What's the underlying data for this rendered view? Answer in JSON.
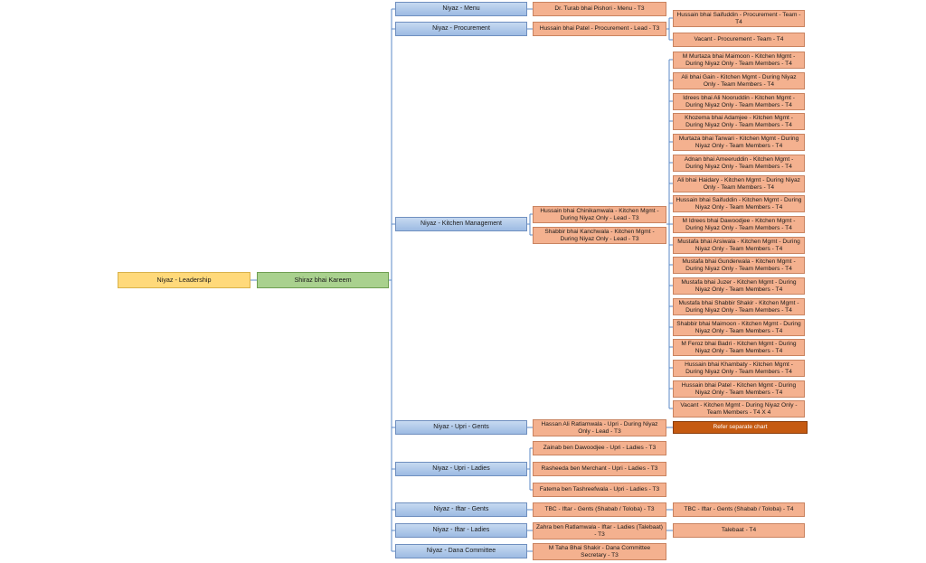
{
  "leadership": "Niyaz - Leadership",
  "head": "Shiraz bhai Kareem",
  "departments": [
    {
      "label": "Niyaz - Menu",
      "leads": [
        {
          "label": "Dr. Turab bhai Pishori - Menu - T3",
          "members": []
        }
      ]
    },
    {
      "label": "Niyaz - Procurement",
      "leads": [
        {
          "label": "Hussain bhai Patel - Procurement - Lead - T3",
          "members": [
            "Hussain bhai Saifuddin - Procurement  - Team  - T4",
            "Vacant - Procurement  - Team  - T4"
          ]
        }
      ]
    },
    {
      "label": "Niyaz - Kitchen Management",
      "leads": [
        {
          "label": "Hussain bhai Chinikamwala - Kitchen Mgmt - During Niyaz Only - Lead - T3",
          "members": []
        },
        {
          "label": "Shabbir bhai Kanchwala - Kitchen Mgmt - During Niyaz Only - Lead - T3",
          "members": []
        }
      ],
      "members": [
        "M Murtaza bhai Maimoon - Kitchen Mgmt - During Niyaz Only - Team Members - T4",
        "Ali bhai Gain - Kitchen Mgmt - During Niyaz Only - Team Members - T4",
        "Idrees bhai Ali Nooruddin - Kitchen Mgmt - During Niyaz Only - Team Members - T4",
        "Khozema bhai Adamjee - Kitchen Mgmt - During Niyaz Only - Team Members - T4",
        "Murtaza bhai Tarwari - Kitchen Mgmt - During Niyaz Only - Team Members - T4",
        "Adnan bhai Ameeruddin - Kitchen Mgmt - During Niyaz Only - Team Members - T4",
        "Ali bhai Haidary - Kitchen Mgmt - During Niyaz Only - Team Members - T4",
        "Hussain bhai Saifuddin - Kitchen Mgmt - During Niyaz Only - Team Members - T4",
        "M Idrees bhai Dawoodjee - Kitchen Mgmt - During Niyaz Only - Team Members - T4",
        "Mustafa bhai Arsiwala - Kitchen Mgmt - During Niyaz Only - Team Members - T4",
        "Mustafa bhai Gunderwala - Kitchen Mgmt - During Niyaz Only - Team Members - T4",
        "Mustafa bhai Juzer - Kitchen Mgmt - During Niyaz Only - Team Members - T4",
        "Mustafa bhai Shabbir Shakir - Kitchen Mgmt - During Niyaz Only - Team Members - T4",
        "Shabbir bhai Maimoon - Kitchen Mgmt - During Niyaz Only - Team Members - T4",
        "M Feroz bhai Badri - Kitchen Mgmt - During Niyaz Only - Team Members - T4",
        "Hussain bhai Khambaty - Kitchen Mgmt - During Niyaz Only - Team Members - T4",
        "Hussain bhai Patel - Kitchen Mgmt - During Niyaz Only - Team Members - T4",
        "Vacant - Kitchen Mgmt - During Niyaz Only - Team Members - T4 X 4"
      ]
    },
    {
      "label": "Niyaz - Upri - Gents",
      "leads": [
        {
          "label": "Hassan Ali Ratlamwala - Upri - During Niyaz Only - Lead - T3",
          "members": [
            "Refer separate chart"
          ]
        }
      ]
    },
    {
      "label": "Niyaz - Upri - Ladies",
      "leads": [
        {
          "label": "Zainab ben Dawoodjee - Upri - Ladies - T3",
          "members": []
        },
        {
          "label": "Rasheeda ben Merchant - Upri - Ladies - T3",
          "members": []
        },
        {
          "label": "Fatema ben Tashreefwala - Upri - Ladies - T3",
          "members": []
        }
      ]
    },
    {
      "label": "Niyaz - Iftar - Gents",
      "leads": [
        {
          "label": "TBC - Iftar - Gents (Shabab / Toloba) - T3",
          "members": [
            "TBC - Iftar - Gents (Shabab / Toloba) - T4"
          ]
        }
      ]
    },
    {
      "label": "Niyaz - Iftar - Ladies",
      "leads": [
        {
          "label": "Zahra ben Ratlamwala - Iftar - Ladies (Talebaat) - T3",
          "members": [
            "Talebaat - T4"
          ]
        }
      ]
    },
    {
      "label": "Niyaz - Dana Committee",
      "leads": [
        {
          "label": "M Taha Bhai Shakir - Dana Committee Secretary - T3",
          "members": []
        }
      ]
    }
  ]
}
